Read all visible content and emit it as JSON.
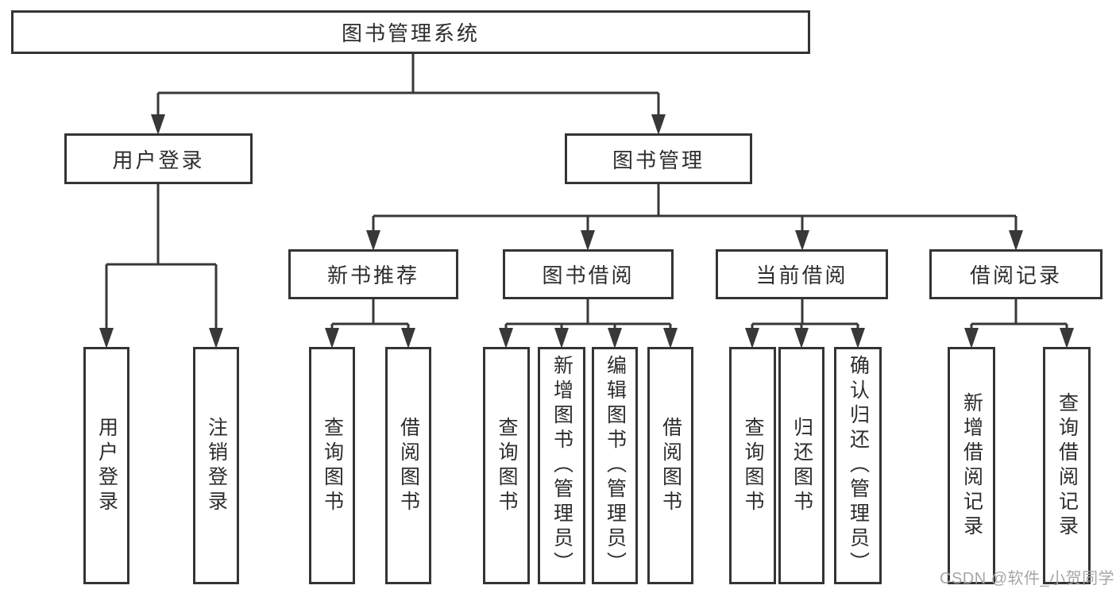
{
  "tree": {
    "root": "图书管理系统",
    "level2": [
      {
        "label": "用户登录",
        "children": [
          "用户登录",
          "注销登录"
        ]
      },
      {
        "label": "图书管理",
        "children": [
          {
            "label": "新书推荐",
            "children": [
              "查询图书",
              "借阅图书"
            ]
          },
          {
            "label": "图书借阅",
            "children": [
              "查询图书",
              "新增图书（管理员）",
              "编辑图书（管理员）",
              "借阅图书"
            ]
          },
          {
            "label": "当前借阅",
            "children": [
              "查询图书",
              "归还图书",
              "确认归还（管理员）"
            ]
          },
          {
            "label": "借阅记录",
            "children": [
              "新增借阅记录",
              "查询借阅记录"
            ]
          }
        ]
      }
    ]
  },
  "watermark": "CSDN @软件_小贺同学",
  "colors": {
    "line": "#383838",
    "box_border": "#343434",
    "text": "#2d2d2d",
    "watermark": "#a6a6a6",
    "background": "#ffffff"
  }
}
